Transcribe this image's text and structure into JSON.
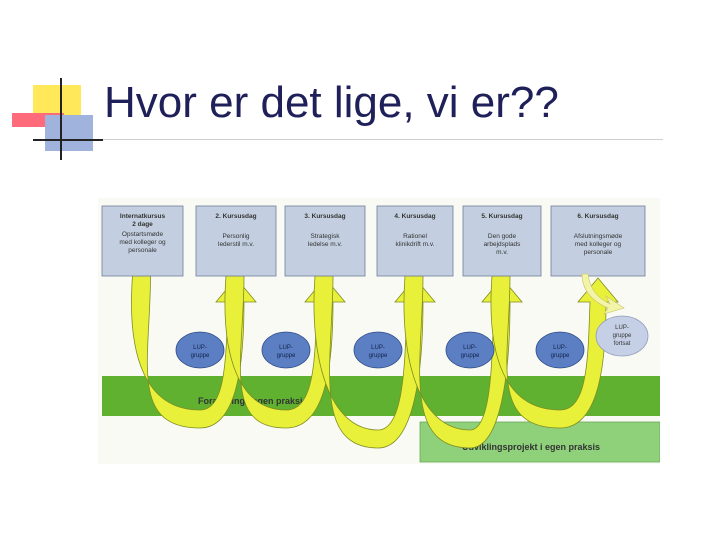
{
  "slide": {
    "title": "Hvor er det lige, vi er??"
  },
  "diagram": {
    "course_days": [
      {
        "heading": "Internatkursus",
        "heading2": "2 dage",
        "text": [
          "Opstartsmøde",
          "med kolleger og",
          "personale"
        ]
      },
      {
        "heading": "2. Kursusdag",
        "heading2": "",
        "text": [
          "Personlig",
          "lederstil m.v."
        ]
      },
      {
        "heading": "3. Kursusdag",
        "heading2": "",
        "text": [
          "Strategisk",
          "ledelse m.v."
        ]
      },
      {
        "heading": "4. Kursusdag",
        "heading2": "",
        "text": [
          "Rationel",
          "klinikdrift m.v."
        ]
      },
      {
        "heading": "5. Kursusdag",
        "heading2": "",
        "text": [
          "Den gode",
          "arbejdsplads",
          "m.v."
        ]
      },
      {
        "heading": "6. Kursusdag",
        "heading2": "",
        "text": [
          "Afslutningsmøde",
          "med kolleger og",
          "personale"
        ]
      }
    ],
    "lup_groups": [
      {
        "line1": "LUP-",
        "line2": "gruppe"
      },
      {
        "line1": "LUP-",
        "line2": "gruppe"
      },
      {
        "line1": "LUP-",
        "line2": "gruppe"
      },
      {
        "line1": "LUP-",
        "line2": "gruppe"
      },
      {
        "line1": "LUP-",
        "line2": "gruppe"
      }
    ],
    "lup_continued": {
      "line1": "LUP-",
      "line2": "gruppe",
      "line3": "fortsat"
    },
    "anchoring_bar": "Forankring i egen praksis",
    "project_bar": "Udviklingsprojekt i egen praksis",
    "colors": {
      "box": "#c3cfe0",
      "lup": "#5b7fc2",
      "lup_continued": "#c5d0e6",
      "green_bar": "#5fb12f",
      "project_bar": "#8fd17a",
      "arrow": "#e9f03a"
    }
  }
}
